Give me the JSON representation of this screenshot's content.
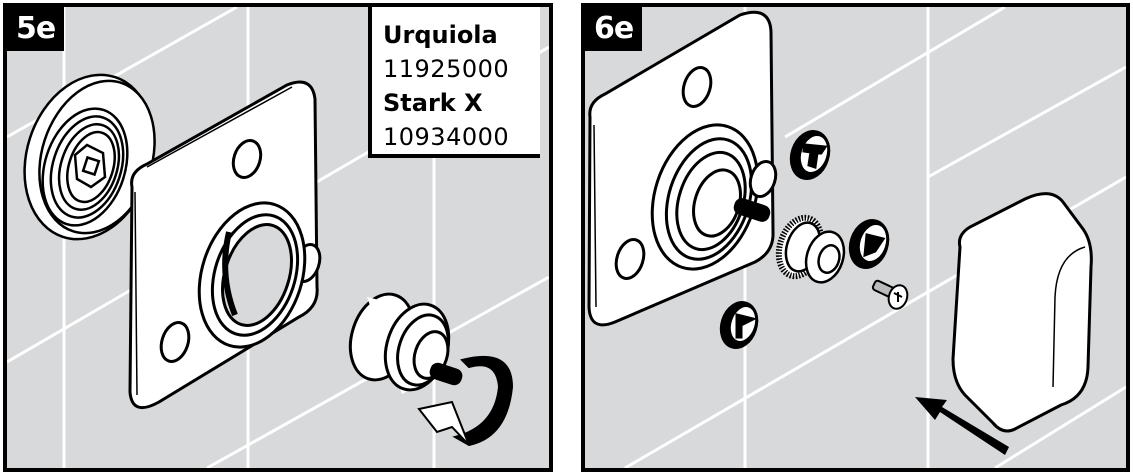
{
  "panels": [
    {
      "step_label": "5e",
      "products": [
        {
          "name": "Urquiola",
          "number": "11925000"
        },
        {
          "name": "Stark X",
          "number": "10934000"
        }
      ],
      "illustration": "remove-cartridge-from-mounting-plate"
    },
    {
      "step_label": "6e",
      "illustration": "install-cover-caps-and-handle"
    }
  ],
  "colors": {
    "tile_background": "#d8d9da",
    "frame": "#000000",
    "grout": "#ffffff"
  }
}
